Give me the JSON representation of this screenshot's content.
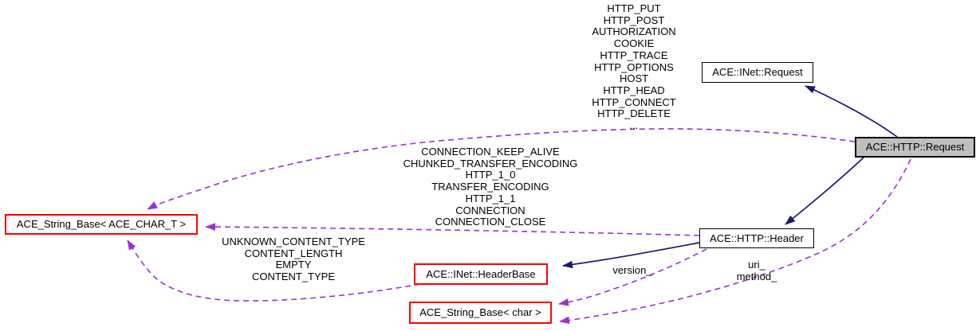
{
  "diagram": {
    "type": "collaboration-graph",
    "nodes": {
      "inet_request": {
        "label": "ACE::INet::Request"
      },
      "http_request": {
        "label": "ACE::HTTP::Request"
      },
      "http_header": {
        "label": "ACE::HTTP::Header"
      },
      "inet_headerbase": {
        "label": "ACE::INet::HeaderBase"
      },
      "string_ace_char_t": {
        "label": "ACE_String_Base< ACE_CHAR_T >"
      },
      "string_char": {
        "label": "ACE_String_Base< char >"
      }
    },
    "edge_labels": {
      "request_constants": "HTTP_PUT\nHTTP_POST\nAUTHORIZATION\nCOOKIE\nHTTP_TRACE\nHTTP_OPTIONS\nHOST\nHTTP_HEAD\nHTTP_CONNECT\nHTTP_DELETE\n...",
      "header_constants": "CONNECTION_KEEP_ALIVE\nCHUNKED_TRANSFER_ENCODING\nHTTP_1_0\nTRANSFER_ENCODING\nHTTP_1_1\nCONNECTION\nCONNECTION_CLOSE",
      "headerbase_constants": "UNKNOWN_CONTENT_TYPE\nCONTENT_LENGTH\nEMPTY\nCONTENT_TYPE",
      "version": "version_",
      "uri_method": "uri_\nmethod_"
    },
    "colors": {
      "inheritance_edge": "#191970",
      "usage_edge": "#9a32cd",
      "node_border": "#000000",
      "truncated_node_border": "#ff0000",
      "current_node_fill": "#bfbfbf",
      "node_fill": "#ffffff",
      "text": "#000000"
    }
  }
}
